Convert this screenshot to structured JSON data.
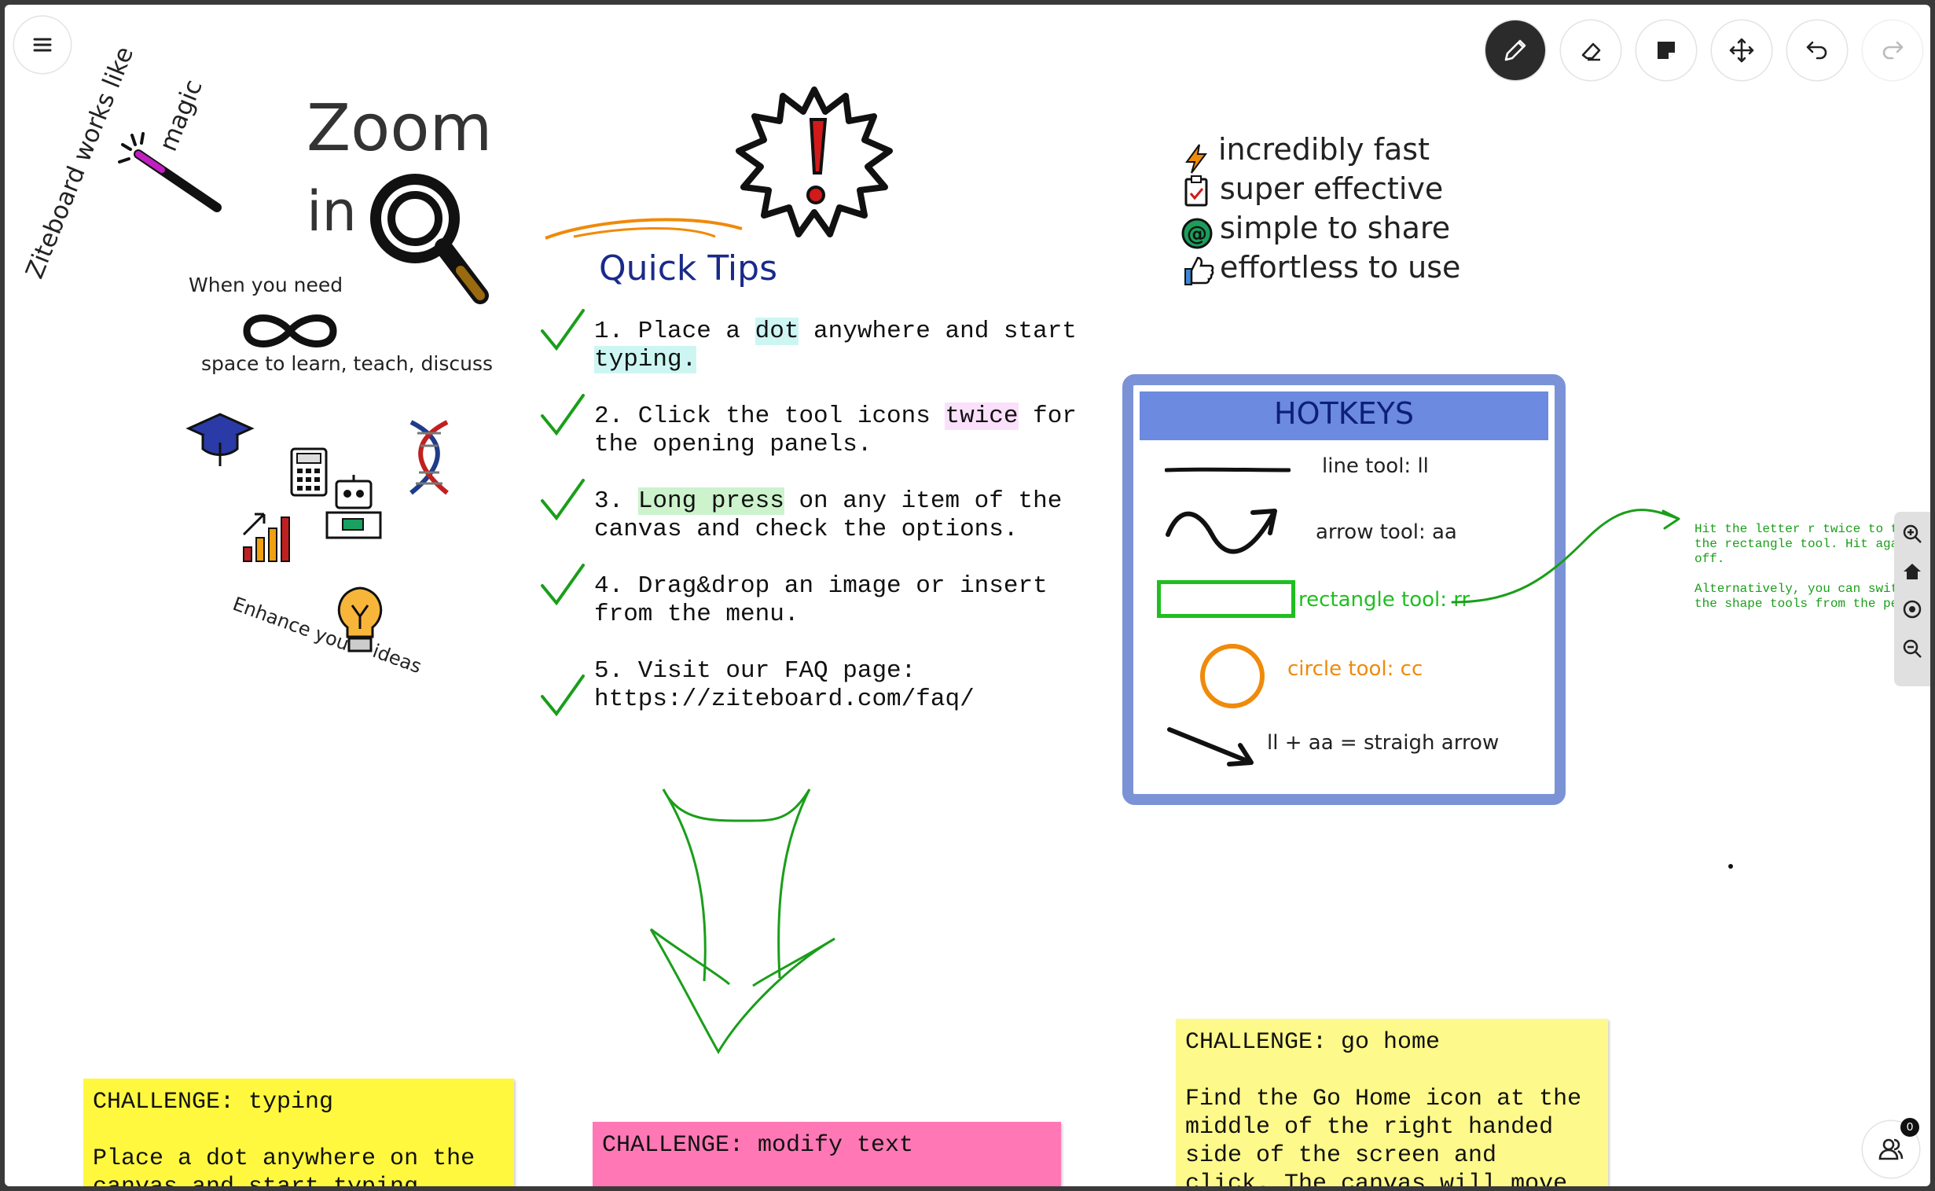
{
  "toolbar": {
    "menu_icon": "hamburger-icon",
    "tools": [
      "pencil-icon",
      "eraser-icon",
      "sticky-note-icon",
      "move-icon",
      "undo-icon",
      "redo-icon"
    ]
  },
  "left_cluster": {
    "title_line1": "Zoom",
    "title_line2": "in",
    "curve_text_a": "Ziteboard works like",
    "curve_text_b": "magic",
    "need": "When you need",
    "space": "space to learn, teach, discuss",
    "enhance_a": "Enhance your",
    "enhance_b": "ideas"
  },
  "tips": {
    "title": "Quick Tips",
    "t1_a": "1. Place a ",
    "t1_hl": "dot",
    "t1_b": " anywhere and start",
    "t1_c": "typing.",
    "t2_a": "2. Click the tool icons ",
    "t2_hl": "twice",
    "t2_b": " for",
    "t2_c": "the opening panels.",
    "t3_a": "3. ",
    "t3_hl": "Long press",
    "t3_b": " on any item of the",
    "t3_c": "canvas and check the options.",
    "t4_a": "4. Drag&drop an image or insert",
    "t4_b": "from the menu.",
    "t5_a": "5. Visit our FAQ page:",
    "t5_b": "https://ziteboard.com/faq/"
  },
  "features": {
    "f1": "incredibly fast",
    "f2": "super effective",
    "f3": "simple to share",
    "f4": "effortless to use"
  },
  "hotkeys": {
    "title": "HOTKEYS",
    "line": "line tool: ll",
    "arrow": "arrow tool: aa",
    "rect": "rectangle tool: rr",
    "circle": "circle tool: cc",
    "straight": "ll + aa = straigh arrow"
  },
  "side_note": {
    "l1": "Hit the letter r twice to turn",
    "l2": "the rectangle tool. Hit again to",
    "l3": "off.",
    "l4": "Alternatively, you can switch",
    "l5": "the shape tools from the pen icon"
  },
  "stickies": {
    "s1": "CHALLENGE: typing\n\nPlace a dot anywhere on the\ncanvas and start typing",
    "s2": "CHALLENGE: modify text",
    "s3": "CHALLENGE: go home\n\nFind the Go Home icon at the\nmiddle of the right handed\nside of the screen and\nclick. The canvas will move"
  },
  "zoom_panel": [
    "zoom-in-icon",
    "home-icon",
    "target-icon",
    "zoom-out-icon"
  ],
  "users": {
    "count": "0"
  },
  "colors": {
    "green": "#1a9e1a",
    "orange": "#f08a0a",
    "hotkeys_frame": "#7b93d6",
    "hotkeys_header": "#6b8ae0",
    "sticky_yellow": "#fff83f",
    "sticky_pink": "#ff78b5",
    "sticky_light_yellow": "#fdf98a"
  }
}
